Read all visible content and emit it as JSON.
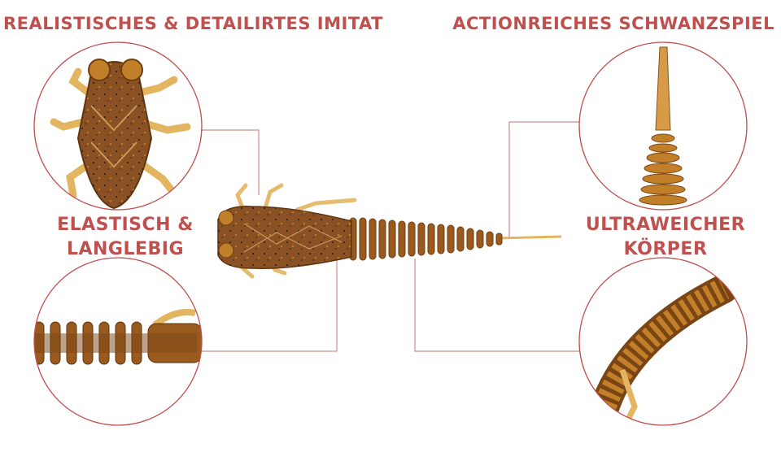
{
  "features": {
    "top_left": "REALISTISCHES & DETAILIRTES IMITAT",
    "top_right": "ACTIONREICHES SCHWANZSPIEL",
    "middle_left": [
      "ELASTISCH &",
      "LANGLEBIG"
    ],
    "middle_right": [
      "ULTRAWEICHER",
      "KÖRPER"
    ]
  },
  "colors": {
    "accent": "#c0504d",
    "lure_body": "#9a5a1e",
    "lure_translucent": "#e3b560"
  }
}
